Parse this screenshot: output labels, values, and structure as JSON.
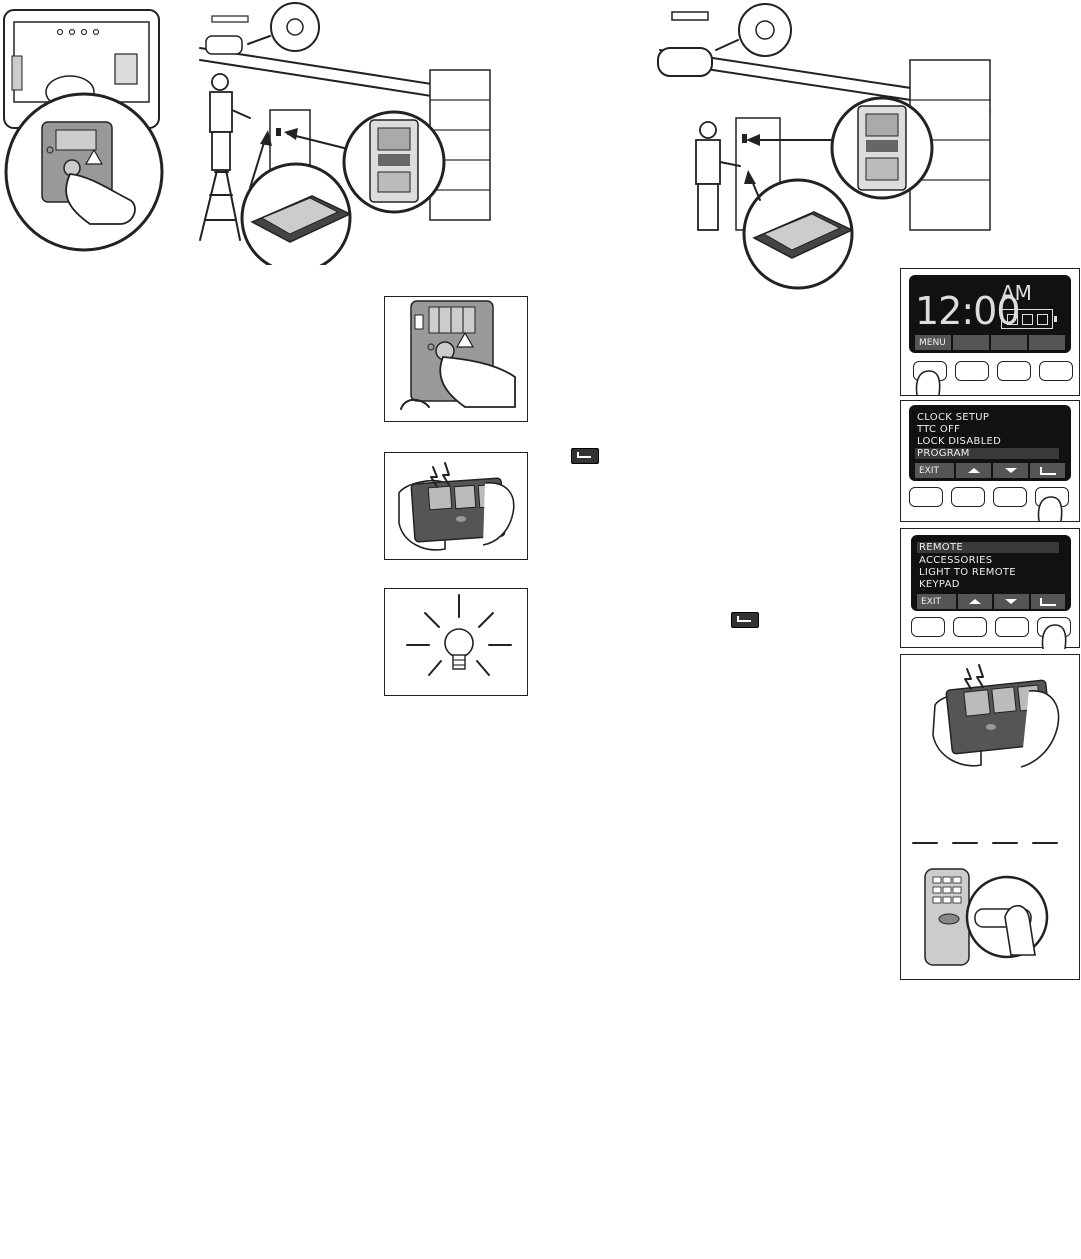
{
  "lcd_clock": {
    "time": "12:00",
    "ampm": "AM",
    "soft_keys": [
      "MENU",
      "",
      "",
      ""
    ]
  },
  "lcd_menu_main": {
    "items": [
      "CLOCK SETUP",
      "TTC OFF",
      "LOCK DISABLED",
      "PROGRAM"
    ],
    "soft_keys": [
      "EXIT",
      "up-arrow-icon",
      "down-arrow-icon",
      "enter-icon"
    ]
  },
  "lcd_menu_program": {
    "items": [
      "REMOTE",
      "ACCESSORIES",
      "LIGHT TO REMOTE",
      "KEYPAD"
    ],
    "soft_keys": [
      "EXIT",
      "up-arrow-icon",
      "down-arrow-icon",
      "enter-icon"
    ]
  }
}
